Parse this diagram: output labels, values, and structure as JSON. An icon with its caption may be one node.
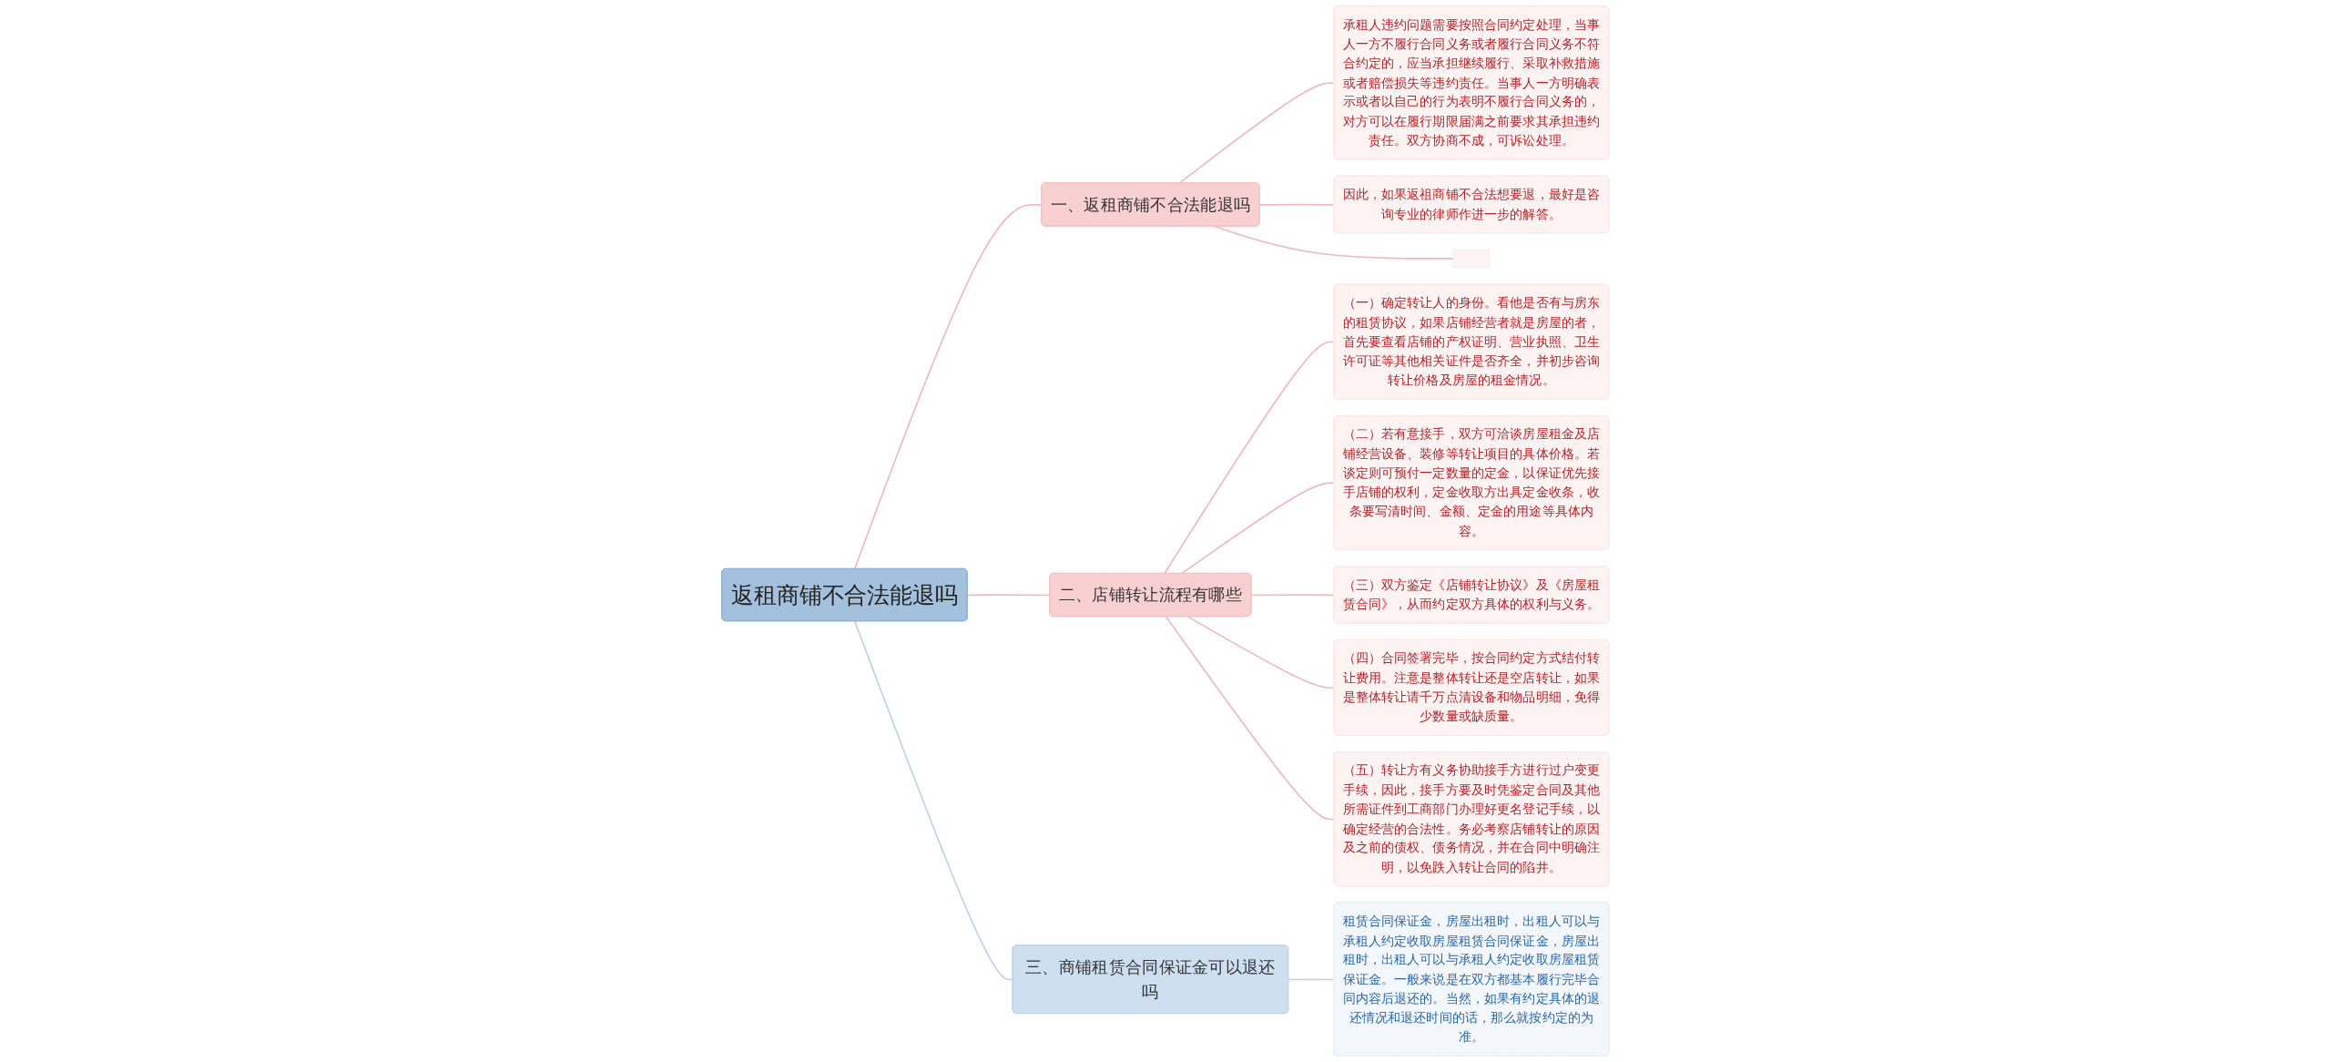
{
  "diagram": {
    "nodes": [
      {
        "text": [
          "返租商铺不合法能退吗"
        ]
      },
      {
        "text": [
          "一、返租商铺不合法能退吗"
        ]
      },
      {
        "text": [
          "承租人违约问题需要按照合同约定处理，当事人一方不履行合同义务或者履行合同义务不符合约定的，应当承担继续履行、采取补救措施或者赔偿损失等违约责任。当事人一方明确表示或者以自己的行为表明不履行合同义务的，对方可以在履行期限届满之前要求其承担违约责任。双方协商不成，可诉讼处理。"
        ]
      },
      {
        "text": [
          "因此，如果返祖商铺不合法想要退，最好是咨询专业的律师作进一步的解答。"
        ]
      },
      {
        "text": [],
        "shape": "box"
      },
      {
        "text": [
          "二、店铺转让流程有哪些"
        ]
      },
      {
        "text": [
          "（一）确定转让人的身份。看他是否有与房东的租赁协议，如果店铺经营者就是房屋的者，首先要查看店铺的产权证明、营业执照、卫生许可证等其他相关证件是否齐全，并初步咨询转让价格及房屋的租金情况。"
        ]
      },
      {
        "text": [
          "（二）若有意接手，双方可洽谈房屋租金及店铺经营设备、装修等转让项目的具体价格。若谈定则可预付一定数量的定金，以保证优先接手店铺的权利，定金收取方出具定金收条，收条要写清时间、金额、定金的用途等具体内容。"
        ]
      },
      {
        "text": [
          "（三）双方鉴定《店铺转让协议》及《房屋租赁合同》，从而约定双方具体的权利与义务。"
        ]
      },
      {
        "text": [
          "（四）合同签署完毕，按合同约定方式结付转让费用。注意是整体转让还是空店转让，如果是整体转让请千万点清设备和物品明细，免得少数量或缺质量。"
        ]
      },
      {
        "text": [
          "（五）转让方有义务协助接手方进行过户变更手续，因此，接手方要及时凭鉴定合同及其他所需证件到工商部门办理好更名登记手续，以确定经营的合法性。务必考察店铺转让的原因及之前的债权、债务情况，并在合同中明确注明，以免跌入转让合同的陷井。"
        ]
      },
      {
        "text": [
          "三、商铺租赁合同保证金可以退还吗"
        ]
      },
      {
        "text": [
          "租赁合同保证金，房屋出租时，出租人可以与承租人约定收取房屋租赁合同保证金，房屋出租时，出租人可以与承租人约定收取房屋租赁保证金。一般来说是在双方都基本履行完毕合同内容后退还的。当然，如果有约定具体的退还情况和退还时间的话，那么就按约定的为准。"
        ]
      }
    ],
    "edges": [
      {
        "from": 0,
        "to": 1,
        "arrow": "none"
      },
      {
        "from": 1,
        "to": 2,
        "arrow": "none"
      },
      {
        "from": 1,
        "to": 3,
        "arrow": "none"
      },
      {
        "from": 1,
        "to": 4,
        "arrow": "none"
      },
      {
        "from": 0,
        "to": 5,
        "arrow": "none"
      },
      {
        "from": 5,
        "to": 6,
        "arrow": "none"
      },
      {
        "from": 5,
        "to": 7,
        "arrow": "none"
      },
      {
        "from": 5,
        "to": 8,
        "arrow": "none"
      },
      {
        "from": 5,
        "to": 9,
        "arrow": "none"
      },
      {
        "from": 5,
        "to": 10,
        "arrow": "none"
      },
      {
        "from": 0,
        "to": 11,
        "arrow": "none",
        "color": "#bcd3e8"
      },
      {
        "from": 11,
        "to": 12,
        "arrow": "none",
        "color": "#bcd3e8"
      }
    ]
  }
}
